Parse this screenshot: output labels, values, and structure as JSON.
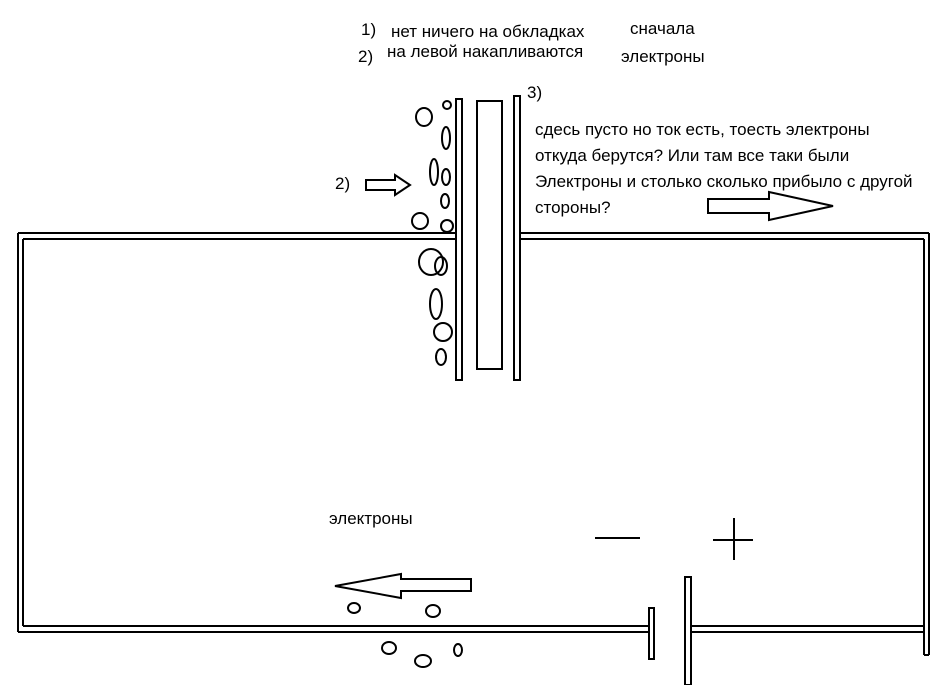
{
  "labels": {
    "note1_number": "1)",
    "note1_text": "нет ничего на обкладках",
    "note2_number": "2)",
    "note2_text": "на левой накапливаются",
    "first_word": "сначала",
    "electrons_top": "электроны",
    "note3_number": "3)",
    "question": "сдесь пусто но ток есть, тоесть электроны откуда берутся? Или там все таки были Электроны и столько сколько прибыло с другой стороны?",
    "arrow2_number": "2)",
    "electrons_bottom": "электроны",
    "minus_sign": "—",
    "plus_sign": "+"
  },
  "colors": {
    "stroke": "#000000",
    "background": "#ffffff"
  }
}
